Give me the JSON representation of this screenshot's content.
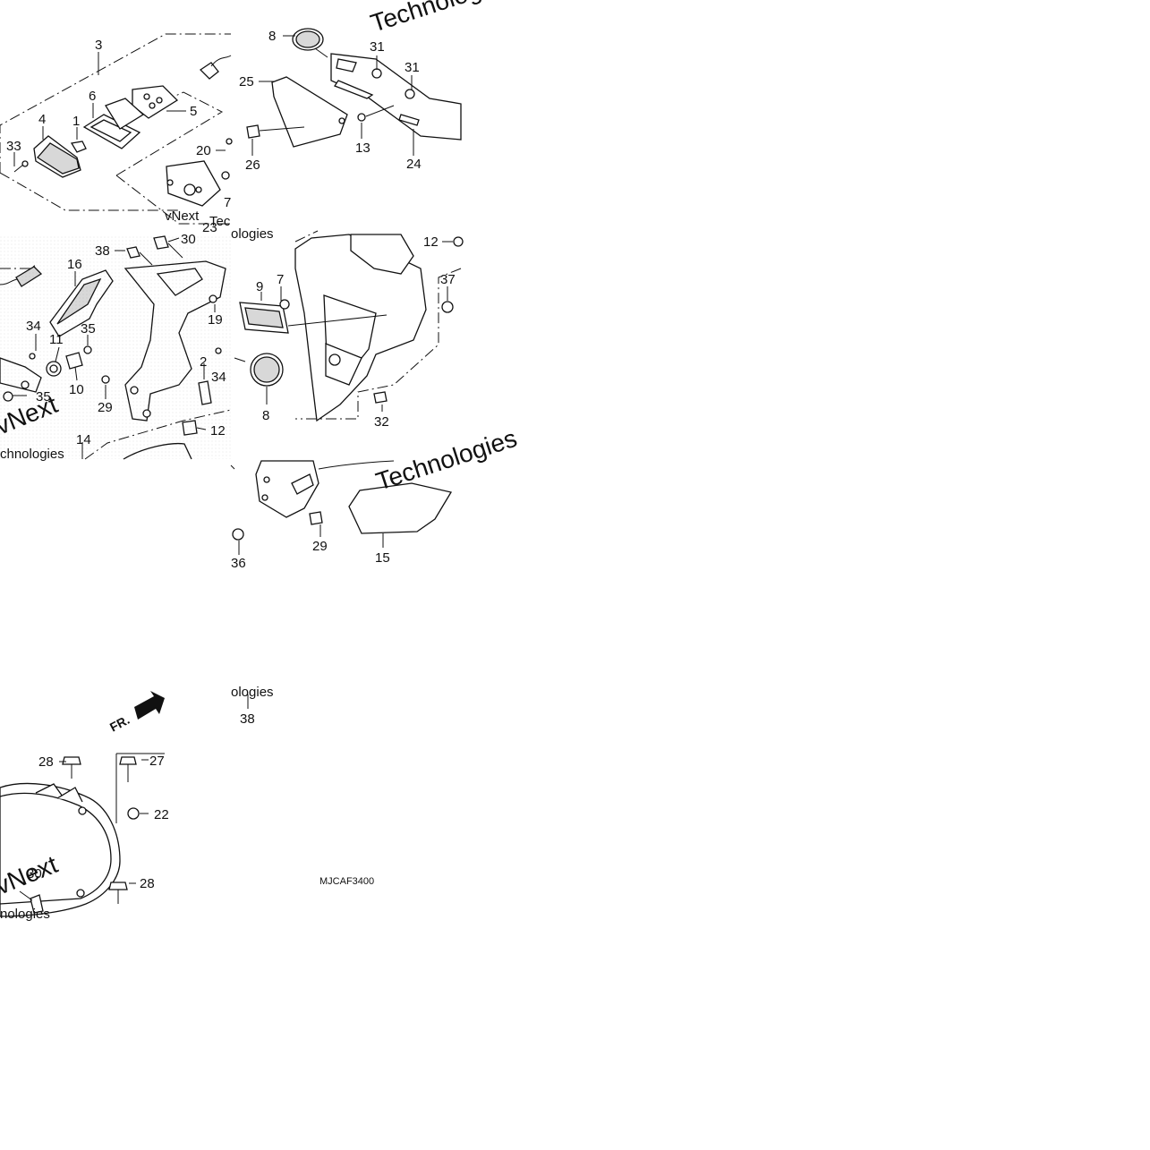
{
  "diagram_code": "MJCAF3400",
  "front_arrow_label": "FR.",
  "watermark": {
    "word_technologies": "Technologies",
    "word_next": "vNext",
    "word_tech": "Tec",
    "word_logies": "ologies",
    "word_chnologies": "chnologies",
    "word_nologies": "nologies"
  },
  "callouts": {
    "p1": "3",
    "p2": "6",
    "p3": "4",
    "p4": "1",
    "p5": "5",
    "p6": "33",
    "p7": "20",
    "p8": "23",
    "p9": "8",
    "p10": "31",
    "p11": "31",
    "p12": "25",
    "p13": "26",
    "p14": "13",
    "p15": "24",
    "p16": "38",
    "p17": "30",
    "p18": "16",
    "p19": "19",
    "p20": "34",
    "p21": "35",
    "p22": "11",
    "p23": "10",
    "p24": "35",
    "p25": "29",
    "p26": "2",
    "p27": "34",
    "p28": "12",
    "p29": "14",
    "p30": "9",
    "p31": "7",
    "p32": "12",
    "p33": "37",
    "p34": "8",
    "p35": "32",
    "p36": "36",
    "p37": "29",
    "p38": "15",
    "p39": "38",
    "p40": "28",
    "p41": "27",
    "p42": "22",
    "p43": "30",
    "p44": "28",
    "p45": "7"
  }
}
